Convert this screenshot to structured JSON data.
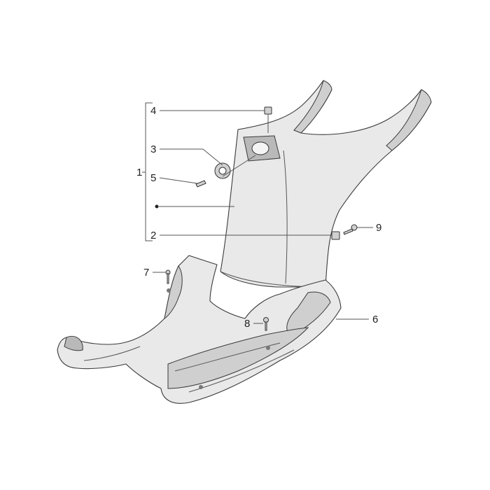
{
  "callouts": {
    "c1": "1",
    "c2": "2",
    "c3": "3",
    "c4": "4",
    "c5": "5",
    "c6": "6",
    "c7": "7",
    "c8": "8",
    "c9": "9"
  },
  "colors": {
    "part_fill": "#e9e9e9",
    "line": "#3a3a3a",
    "background": "#ffffff"
  }
}
